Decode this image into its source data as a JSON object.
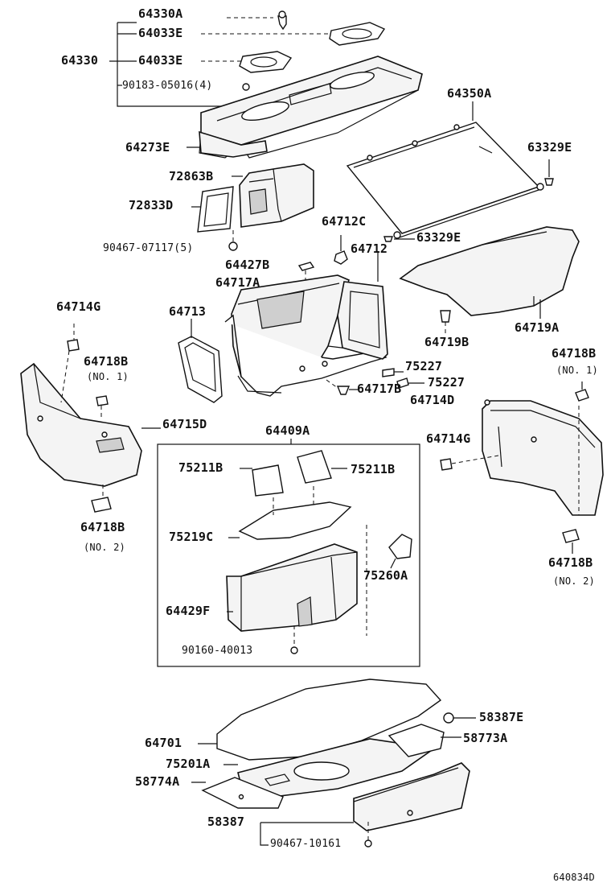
{
  "labels": {
    "p64330A": "64330A",
    "p64033E_a": "64033E",
    "p64330": "64330",
    "p64033E_b": "64033E",
    "p90183": "90183-05016(4)",
    "p64350A": "64350A",
    "p64273E": "64273E",
    "p63329E_a": "63329E",
    "p72863B": "72863B",
    "p72833D": "72833D",
    "p64712C": "64712C",
    "p63329E_b": "63329E",
    "p90467_07117": "90467-07117(5)",
    "p64712": "64712",
    "p64427B": "64427B",
    "p64717A": "64717A",
    "p64714G_a": "64714G",
    "p64713": "64713",
    "p64719B": "64719B",
    "p64719A": "64719A",
    "p64718B_a": "64718B",
    "p64718B_a_no": "(NO. 1)",
    "p75227_a": "75227",
    "p64718B_b": "64718B",
    "p64718B_b_no": "(NO. 1)",
    "p75227_b": "75227",
    "p64717B": "64717B",
    "p64714D": "64714D",
    "p64715D": "64715D",
    "p64409A": "64409A",
    "p64714G_b": "64714G",
    "p75211B_a": "75211B",
    "p75211B_b": "75211B",
    "p64718B_c": "64718B",
    "p64718B_c_no": "(NO. 2)",
    "p75219C": "75219C",
    "p75260A": "75260A",
    "p64718B_d": "64718B",
    "p64718B_d_no": "(NO. 2)",
    "p64429F": "64429F",
    "p90160": "90160-40013",
    "p58387E": "58387E",
    "p64701": "64701",
    "p58773A": "58773A",
    "p75201A": "75201A",
    "p58774A": "58774A",
    "p58387": "58387",
    "p90467_10161": "90467-10161",
    "drawing_id": "640834D"
  }
}
